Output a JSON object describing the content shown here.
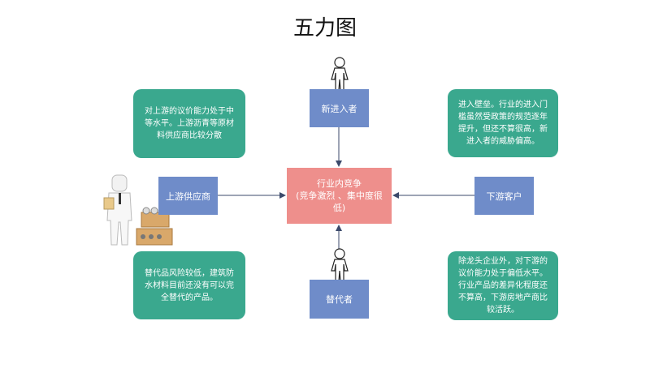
{
  "title": "五力图",
  "nodes": {
    "new_entrants": "新进入者",
    "center_line1": "行业内竞争",
    "center_line2": "(竞争激烈 、集中度很低)",
    "suppliers": "上游供应商",
    "buyers": "下游客户",
    "substitutes": "替代者"
  },
  "notes": {
    "top_left": "对上游的议价能力处于中等水平。上游沥青等原材料供应商比较分散",
    "top_right": "进入壁垒。行业的进入门槛虽然受政策的规范逐年提升，但还不算很高，新进入者的威胁偏高。",
    "bottom_left": "替代品风险较低，建筑防水材料目前还没有可以完全替代的产品。",
    "bottom_right_1": "除龙头企业外，对下游的议价能力处于偏低水平。",
    "bottom_right_2": "行业产品的差异化程度还不算高，下游房地产商比较活跃。"
  },
  "colors": {
    "node_blue": "#6f8cc9",
    "center_pink": "#ee8f8c",
    "note_green": "#3aa88e"
  }
}
